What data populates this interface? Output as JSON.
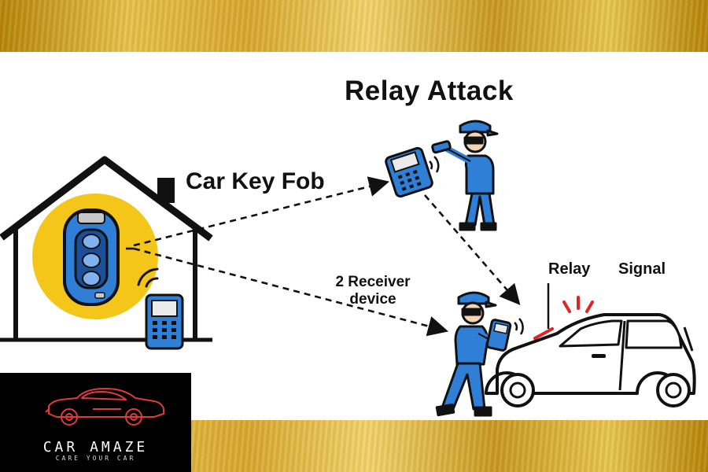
{
  "diagram": {
    "title": "Relay Attack",
    "fob_label": "Car Key Fob",
    "receiver_label_line1": "2 Receiver",
    "receiver_label_line2": "device",
    "relay_label": "Relay",
    "signal_label": "Signal"
  },
  "logo": {
    "name": "CAR AMAZE",
    "tagline": "CARE YOUR CAR"
  },
  "colors": {
    "gold": "#d9a82e",
    "blue": "#2f7fd6",
    "yellow": "#f5c61a",
    "red": "#e02424",
    "outline": "#111111"
  }
}
